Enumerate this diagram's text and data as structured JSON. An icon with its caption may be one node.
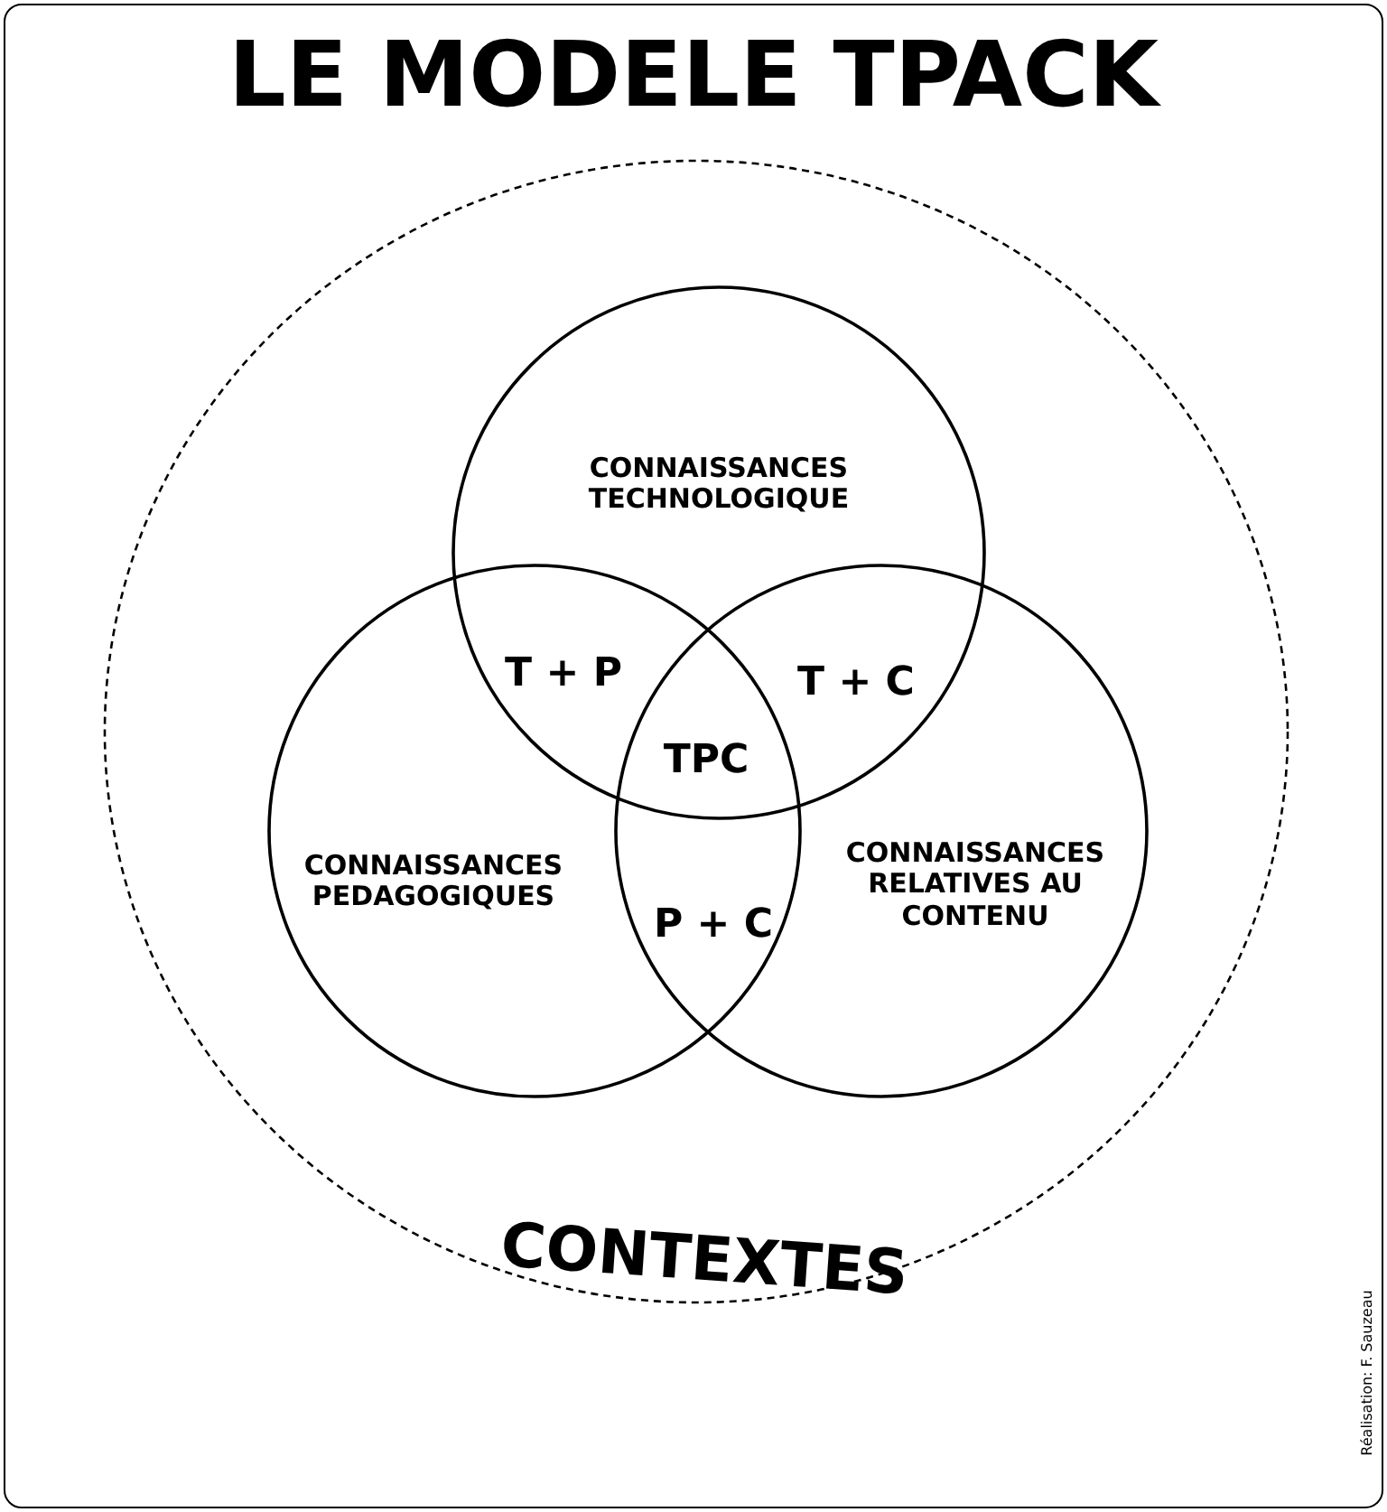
{
  "diagram": {
    "title": "LE MODELE TPACK",
    "nodes": [
      {
        "text": [
          "CONTEXTES"
        ]
      },
      {
        "text": [
          "CONNAISSANCES TECHNOLOGIQUE"
        ],
        "in": 0
      },
      {
        "text": [
          "CONNAISSANCES PEDAGOGIQUES"
        ],
        "in": 0
      },
      {
        "text": [
          "CONNAISSANCES RELATIVES AU CONTENU"
        ],
        "in": 0
      }
    ],
    "edges": [],
    "labels": [
      "T + P",
      "T + C",
      "TPC",
      "P + C",
      "Réalisation: F. Sauzeau"
    ]
  }
}
